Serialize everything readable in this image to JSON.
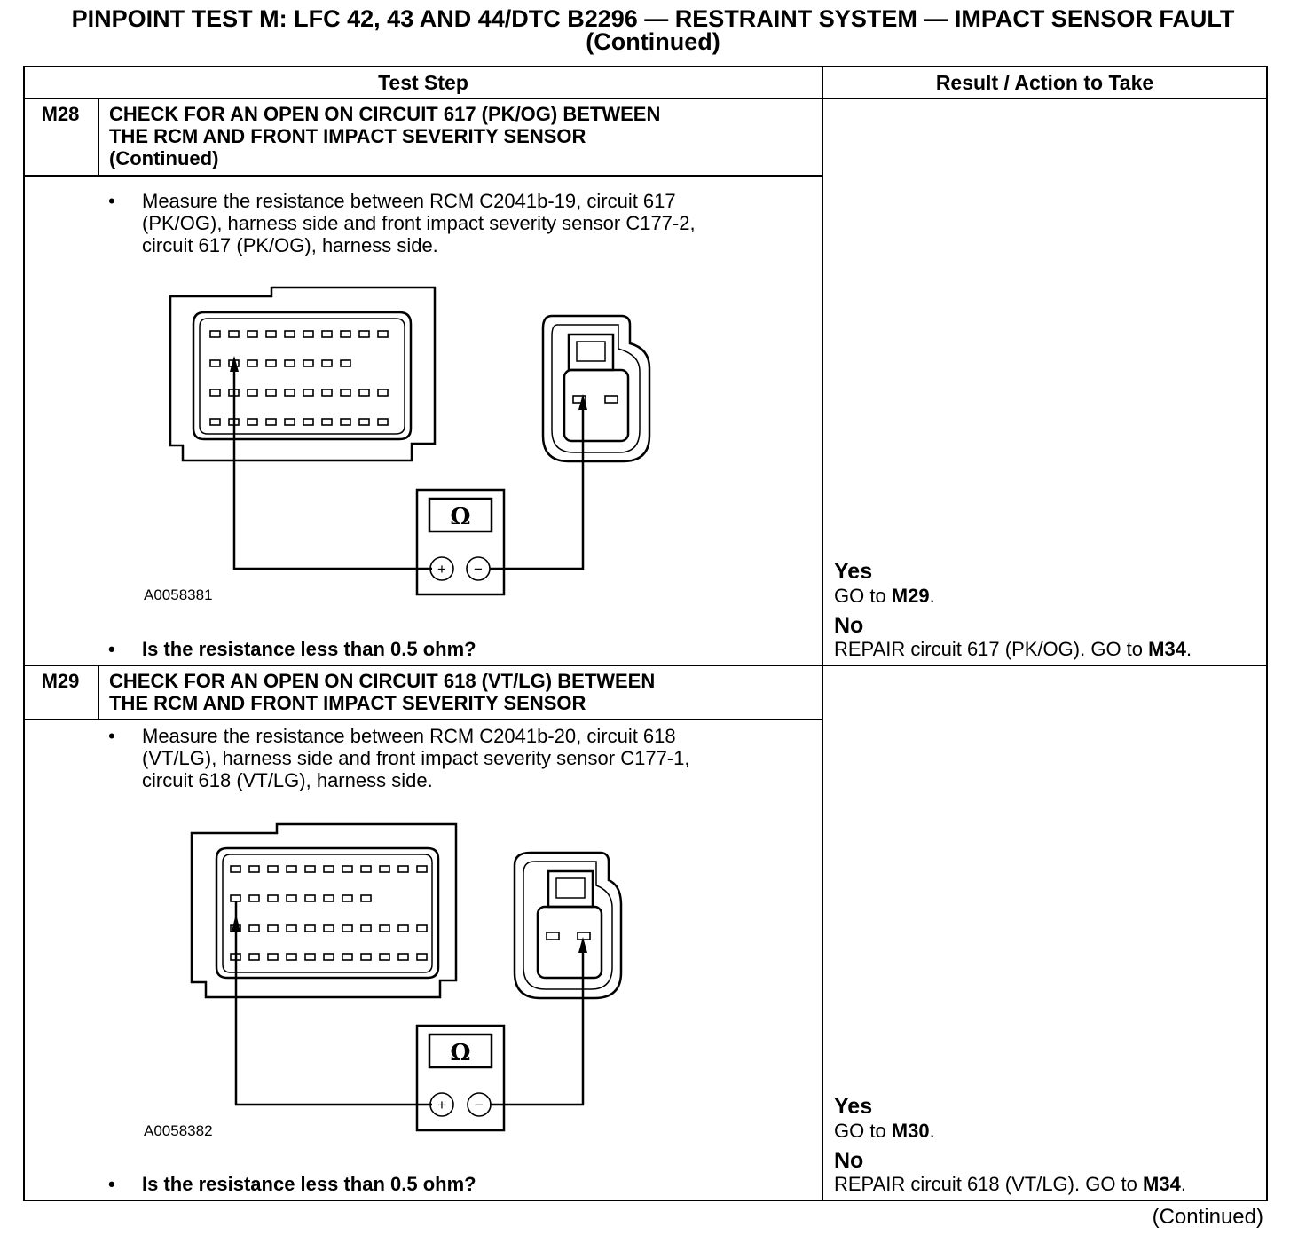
{
  "title": {
    "line1": "PINPOINT TEST  M: LFC 42, 43 AND 44/DTC B2296 — RESTRAINT SYSTEM — IMPACT SENSOR FAULT",
    "line2": "(Continued)"
  },
  "table": {
    "col_test_step": "Test Step",
    "col_result": "Result / Action to Take"
  },
  "steps": [
    {
      "id": "M28",
      "title_lines": [
        "CHECK FOR AN OPEN ON CIRCUIT 617 (PK/OG) BETWEEN",
        "THE RCM AND FRONT IMPACT SEVERITY SENSOR",
        "(Continued)"
      ],
      "instruction_lines": [
        "Measure the resistance between RCM C2041b-19, circuit 617",
        "(PK/OG), harness side and front impact severity sensor C177-2,",
        "circuit 617 (PK/OG), harness side."
      ],
      "figure_id": "A0058381",
      "question": "Is the resistance less than 0.5 ohm?",
      "yes_label": "Yes",
      "yes_text": "GO to ",
      "yes_ref": "M29",
      "yes_end": ".",
      "no_label": "No",
      "no_text": "REPAIR circuit 617 (PK/OG). GO to ",
      "no_ref": "M34",
      "no_end": "."
    },
    {
      "id": "M29",
      "title_lines": [
        "CHECK FOR AN OPEN ON CIRCUIT 618 (VT/LG) BETWEEN",
        "THE RCM AND FRONT IMPACT SEVERITY SENSOR"
      ],
      "instruction_lines": [
        "Measure the resistance between RCM C2041b-20, circuit 618",
        "(VT/LG), harness side and front impact severity sensor C177-1,",
        "circuit 618 (VT/LG), harness side."
      ],
      "figure_id": "A0058382",
      "question": "Is the resistance less than 0.5 ohm?",
      "yes_label": "Yes",
      "yes_text": "GO to ",
      "yes_ref": "M30",
      "yes_end": ".",
      "no_label": "No",
      "no_text": "REPAIR circuit 618 (VT/LG). GO to ",
      "no_ref": "M34",
      "no_end": "."
    }
  ],
  "meter": {
    "symbol": "Ω",
    "plus": "+",
    "minus": "−"
  },
  "footer": {
    "continued": "(Continued)"
  }
}
